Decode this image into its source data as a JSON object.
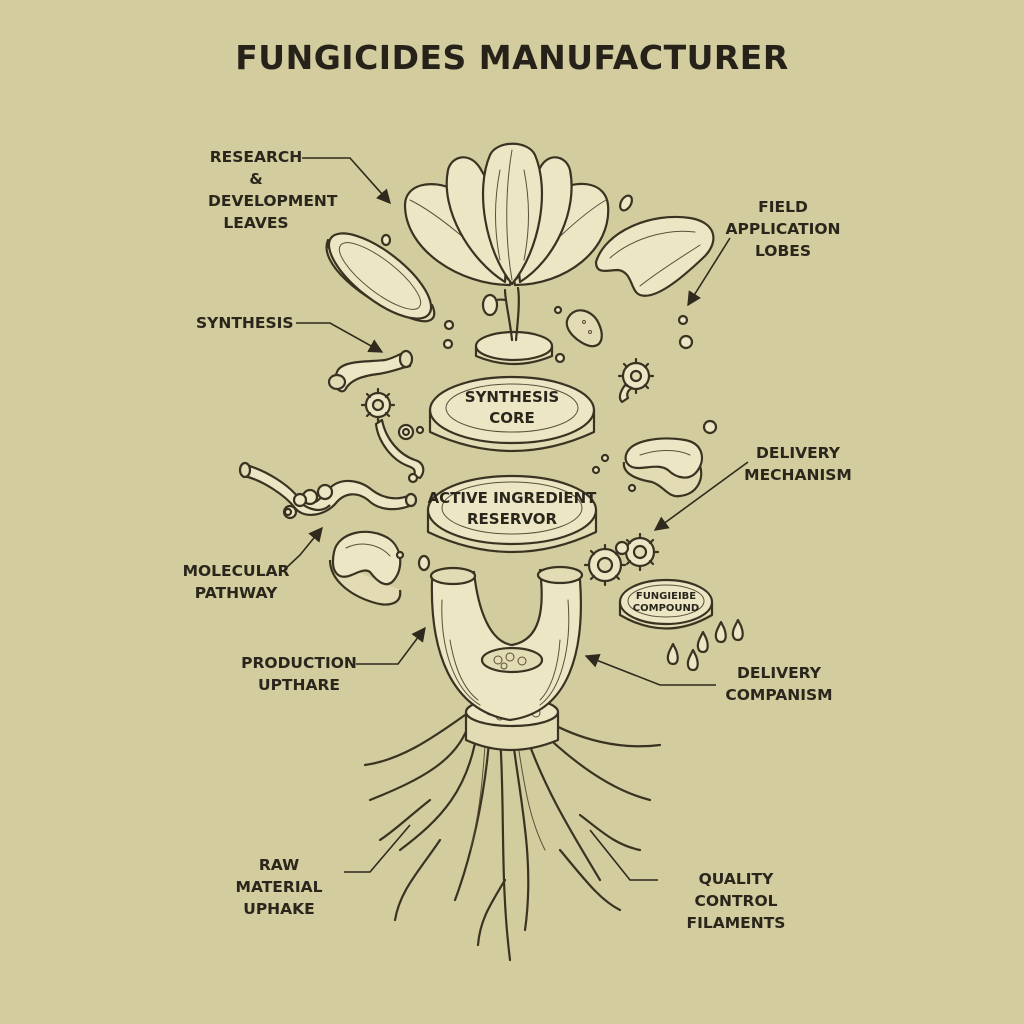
{
  "title": "FUNGICIDES MANUFACTURER",
  "labels": {
    "rd_leaves": "RESEARCH\n& DEVELOPMENT\nLEAVES",
    "field_lobes": "FIELD\nAPPLICATION\nLOBES",
    "synthesis": "SYNTHESIS",
    "delivery_mechanism": "DELIVERY\nMECHANISM",
    "molecular_pathway": "MOLECULAR\nPATHWAY",
    "production_upthare": "PRODUCTION\nUPTHARE",
    "delivery_companism": "DELIVERY\nCOMPANISM",
    "raw_material": "RAW MATERIAL\nUPHAKE",
    "quality_control": "QUALITY CONTROL\nFILAMENTS"
  },
  "discs": {
    "synthesis_core": [
      "SYNTHESIS",
      "CORE"
    ],
    "active_reservoir": [
      "ACTIVE INGREDIENT",
      "RESERVOR"
    ],
    "compound": [
      "FUNGIEIBE",
      "COMPOUND"
    ]
  },
  "colors": {
    "background": "#d2cc9e",
    "ink": "#3a3322",
    "part_fill": "#ece6c5"
  }
}
